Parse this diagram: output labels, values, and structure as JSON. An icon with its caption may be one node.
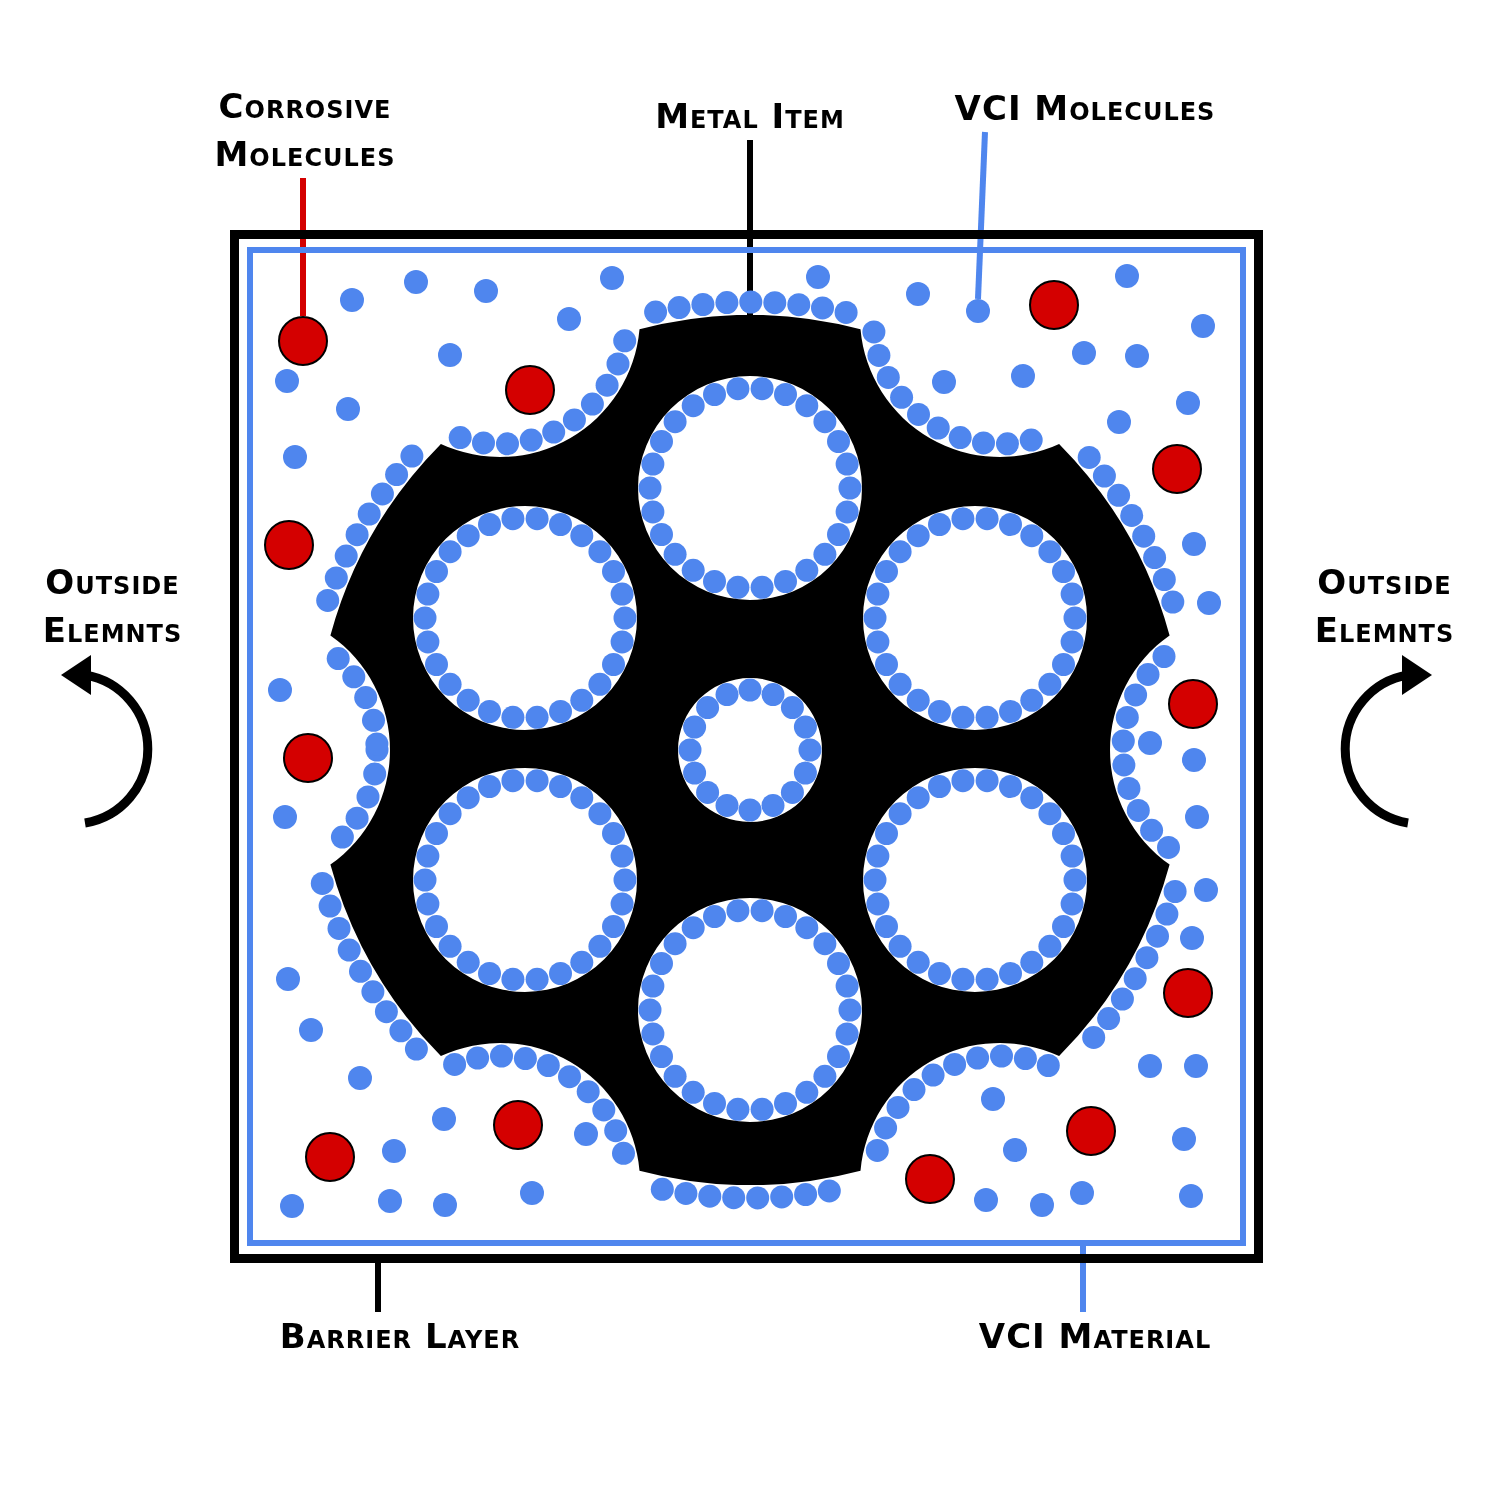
{
  "diagram": {
    "nodes": [
      {
        "text": [
          "Corrosive Molecules"
        ]
      },
      {
        "text": [
          "Metal Item"
        ]
      },
      {
        "text": [
          "VCI Molecules"
        ]
      },
      {
        "text": [],
        "shape": "box"
      },
      {
        "text": [],
        "shape": "box",
        "in": 3
      },
      {
        "text": [],
        "shape": "picture",
        "in": 4
      },
      {
        "text": [],
        "shape": "circle",
        "in": 4
      },
      {
        "text": [],
        "shape": "circle",
        "in": 4
      },
      {
        "text": [
          "Barrier Layer"
        ]
      },
      {
        "text": [
          "VCI Material"
        ]
      }
    ],
    "edges": [
      {
        "from": 0,
        "to": 6,
        "arrow": "none",
        "color": "#d40000"
      },
      {
        "from": 1,
        "to": 5,
        "arrow": "none"
      },
      {
        "from": 2,
        "to": 7,
        "arrow": "none",
        "color": "#4f86ee"
      },
      {
        "from": 8,
        "to": 3,
        "arrow": "none"
      },
      {
        "from": 9,
        "to": 4,
        "arrow": "none",
        "color": "#4f86ee"
      }
    ],
    "labels": [
      "Outside Elemnts",
      "Outside Elemnts"
    ]
  }
}
